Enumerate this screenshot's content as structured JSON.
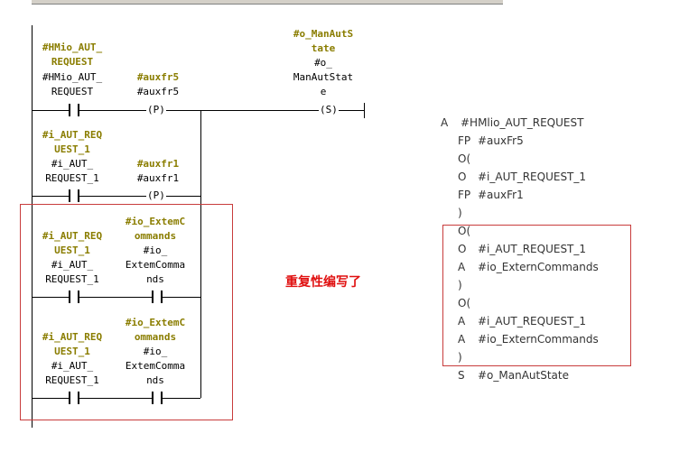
{
  "ladder": {
    "network_top": {
      "contact1_symbol": "#HMio_AUT_\nREQUEST",
      "contact1_addr": "#HMio_AUT_\nREQUEST",
      "pcoil1_symbol": "#auxfr5",
      "pcoil1_addr": "#auxfr5",
      "pcoil1_text": "(P)",
      "scoil_symbol": "#o_ManAutS\ntate",
      "scoil_addr": "#o_\nManAutStat\ne",
      "scoil_text": "(S)"
    },
    "branch2": {
      "contact_symbol": "#i_AUT_REQ\nUEST_1",
      "contact_addr": "#i_AUT_\nREQUEST_1",
      "pcoil_symbol": "#auxfr1",
      "pcoil_addr": "#auxfr1",
      "pcoil_text": "(P)"
    },
    "branch3": {
      "contact1_symbol": "#i_AUT_REQ\nUEST_1",
      "contact1_addr": "#i_AUT_\nREQUEST_1",
      "contact2_symbol": "#io_ExtemC\nommands",
      "contact2_addr": "#io_\nExtemComma\nnds"
    },
    "branch4": {
      "contact1_symbol": "#i_AUT_REQ\nUEST_1",
      "contact1_addr": "#i_AUT_\nREQUEST_1",
      "contact2_symbol": "#io_ExtemC\nommands",
      "contact2_addr": "#io_\nExtemComma\nnds"
    }
  },
  "annotation": "重复性编写了",
  "stl": [
    {
      "op": "A",
      "arg": "#HMlio_AUT_REQUEST"
    },
    {
      "op": "FP",
      "arg": "#auxFr5"
    },
    {
      "op": "O(",
      "arg": ""
    },
    {
      "op": "O",
      "arg": "#i_AUT_REQUEST_1"
    },
    {
      "op": "FP",
      "arg": "#auxFr1"
    },
    {
      "op": ")",
      "arg": ""
    },
    {
      "op": "O(",
      "arg": ""
    },
    {
      "op": "O",
      "arg": "#i_AUT_REQUEST_1"
    },
    {
      "op": "A",
      "arg": "#io_ExternCommands"
    },
    {
      "op": ")",
      "arg": ""
    },
    {
      "op": "O(",
      "arg": ""
    },
    {
      "op": "A",
      "arg": "#i_AUT_REQUEST_1"
    },
    {
      "op": "A",
      "arg": "#io_ExternCommands"
    },
    {
      "op": ")",
      "arg": ""
    },
    {
      "op": "S",
      "arg": "#o_ManAutState"
    }
  ],
  "colors": {
    "symbol": "#8a7d00",
    "highlight_box": "#c83c3c",
    "annotation": "#e01010"
  }
}
